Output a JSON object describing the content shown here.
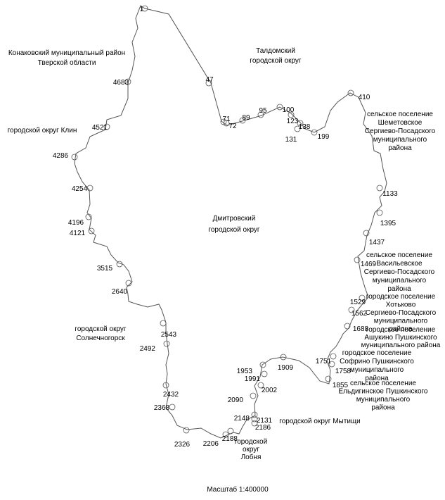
{
  "map": {
    "scale": "Масштаб 1:400000",
    "regions": [
      {
        "lines": [
          "Конаковский муниципальный район",
          "Тверской области"
        ]
      },
      {
        "lines": [
          "Талдомский",
          "городской округ"
        ]
      },
      {
        "lines": [
          "городской округ Клин"
        ]
      },
      {
        "lines": [
          "сельское поселение",
          "Шеметовское",
          "Сергиево-Посадского",
          "муниципального",
          "района"
        ]
      },
      {
        "lines": [
          "Дмитровский",
          "городской округ"
        ]
      },
      {
        "lines": [
          "сельское поселение",
          "Васильевское",
          "Сергиево-Посадского",
          "муниципального",
          "района"
        ]
      },
      {
        "lines": [
          "городское поселение",
          "Хотьково",
          "Сергиево-Посадского",
          "муниципального",
          "района"
        ]
      },
      {
        "lines": [
          "городское поселение",
          "Ашукино Пушкинского",
          "муниципального района"
        ]
      },
      {
        "lines": [
          "городской округ",
          "Солнечногорск"
        ]
      },
      {
        "lines": [
          "городское поселение",
          "Софрино Пушкинского",
          "муниципального",
          "района"
        ]
      },
      {
        "lines": [
          "сельское поселение",
          "Ельдигинское Пушкинского",
          "муниципального",
          "района"
        ]
      },
      {
        "lines": [
          "городской округ Мытищи"
        ]
      },
      {
        "lines": [
          "городской",
          "округ",
          "Лобня"
        ]
      }
    ],
    "points": [
      "1",
      "47",
      "71",
      "72",
      "89",
      "95",
      "100",
      "123",
      "138",
      "131",
      "199",
      "410",
      "1133",
      "1395",
      "1437",
      "1469",
      "1529",
      "1562",
      "1688",
      "1751",
      "1758",
      "1855",
      "1909",
      "1953",
      "1991",
      "2002",
      "2090",
      "2148",
      "2131",
      "2186",
      "2188",
      "2206",
      "2326",
      "2368",
      "2432",
      "2492",
      "2543",
      "2640",
      "3515",
      "4121",
      "4196",
      "4254",
      "4286",
      "4521",
      "4683"
    ]
  }
}
